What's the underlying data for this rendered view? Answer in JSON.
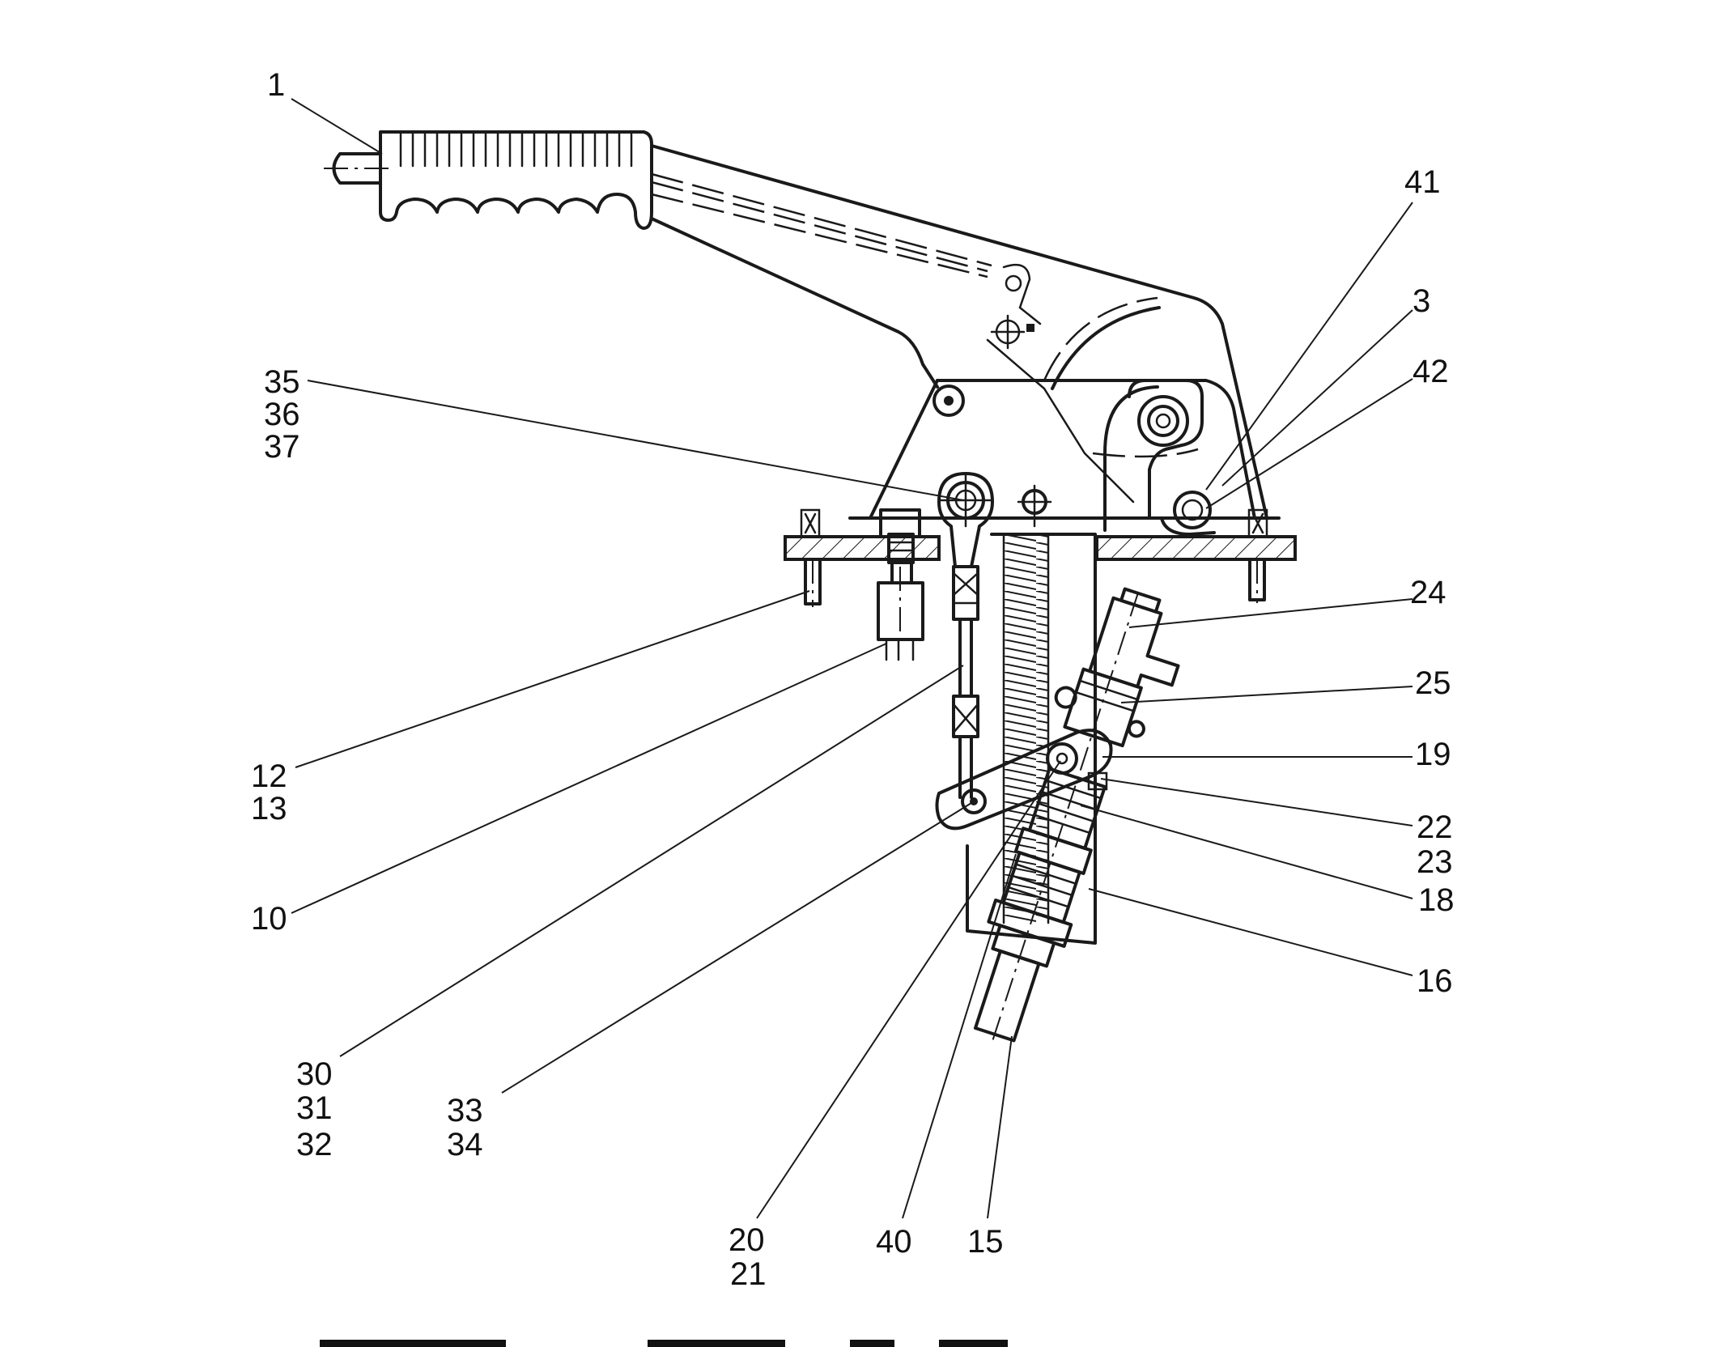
{
  "diagram": {
    "colors": {
      "ink": "#1a1a1a",
      "paper": "#ffffff"
    },
    "callouts": {
      "c1": "1",
      "c3": "3",
      "c10": "10",
      "c12_13": [
        "12",
        "13"
      ],
      "c15": "15",
      "c16": "16",
      "c18": "18",
      "c19": "19",
      "c20_21": [
        "20",
        "21"
      ],
      "c22_23": [
        "22",
        "23"
      ],
      "c24": "24",
      "c25": "25",
      "c30_31_32": [
        "30",
        "31",
        "32"
      ],
      "c33_34": [
        "33",
        "34"
      ],
      "c35_36_37": [
        "35",
        "36",
        "37"
      ],
      "c40": "40",
      "c41": "41",
      "c42": "42"
    }
  }
}
